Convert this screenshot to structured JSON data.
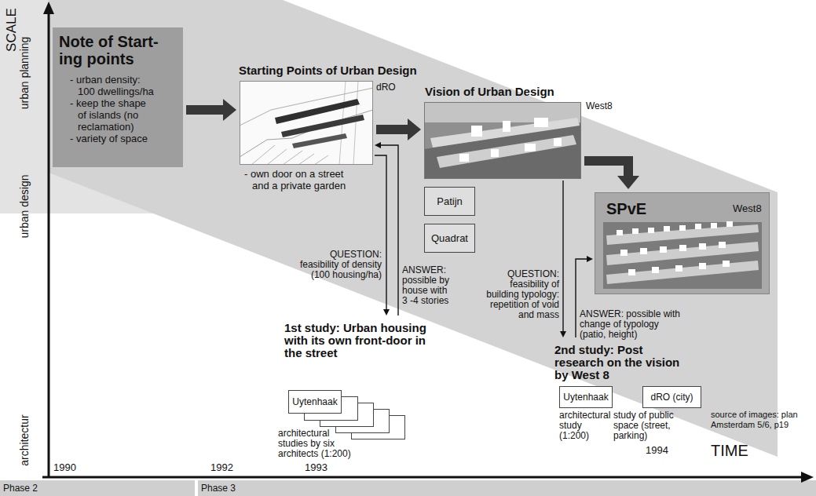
{
  "diagram": {
    "nodes": [
      {
        "text": [
          "Note of Start- ing points",
          "- urban density: 100 dwellings/ha",
          "- keep the shape of islands (no reclamation)",
          "- variety of space"
        ]
      },
      {
        "text": [
          "Starting Points of Urban Design",
          "dRO",
          "- own door on a street and a private garden"
        ]
      },
      {
        "text": [
          "Vision of Urban Design",
          "West8"
        ]
      },
      {
        "text": [
          "Patijn"
        ]
      },
      {
        "text": [
          "Quadrat"
        ]
      },
      {
        "text": [
          "SPvE",
          "West8"
        ]
      },
      {
        "text": [
          "1st study: Urban housing with its own front-door in the street",
          "Uytenhaak",
          "architectural studies by six architects (1:200)"
        ]
      },
      {
        "text": [
          "2nd study: Post research on the vision by West 8",
          "Uytenhaak",
          "architectural study (1:200)"
        ]
      },
      {
        "text": [
          "dRO (city)",
          "study of public space (street, parking)"
        ]
      }
    ],
    "edges": [
      {
        "from": 0,
        "to": 1,
        "arrow": "to"
      },
      {
        "from": 1,
        "to": 2,
        "arrow": "to"
      },
      {
        "from": 2,
        "to": 5,
        "arrow": "to"
      },
      {
        "from": 1,
        "to": 6,
        "arrow": "to",
        "label": "QUESTION: feasibility of density (100 housing/ha)"
      },
      {
        "from": 6,
        "to": 1,
        "arrow": "to",
        "label": "ANSWER: possible by house with 3 -4 stories"
      },
      {
        "from": 2,
        "to": 7,
        "arrow": "to",
        "label": "QUESTION: feasibility of building typology: repetition of void and mass"
      },
      {
        "from": 7,
        "to": 5,
        "arrow": "to",
        "label": "ANSWER: possible with change of typology (patio, height)"
      }
    ],
    "labels": [
      "SCALE",
      "urban planning",
      "urban design",
      "architectur",
      "1990",
      "1992",
      "1993",
      "1994",
      "TIME",
      "Phase 2",
      "Phase 3",
      "source of images: plan Amsterdam 5/6, p19"
    ]
  }
}
